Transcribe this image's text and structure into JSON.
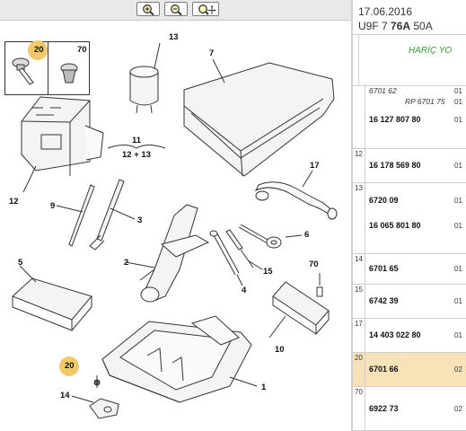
{
  "toolbar": {
    "buttons": [
      {
        "name": "zoom-in",
        "icon": "magnifier-plus-icon"
      },
      {
        "name": "zoom-out",
        "icon": "magnifier-minus-icon"
      },
      {
        "name": "zoom-fit",
        "icon": "magnifier-move-icon"
      }
    ]
  },
  "diagram": {
    "fastener_labels": {
      "left": "20",
      "right": "70"
    },
    "labels": {
      "p13": "13",
      "p7": "7",
      "p11": "11",
      "p11b": "12 + 13",
      "p12": "12",
      "p17": "17",
      "p9": "9",
      "p3": "3",
      "p6": "6",
      "p2": "2",
      "p15": "15",
      "p5": "5",
      "p70": "70",
      "p4": "4",
      "p10": "10",
      "p20": "20",
      "p1": "1",
      "p14": "14"
    },
    "highlight_color": "#f2c96a"
  },
  "panel": {
    "date": "17.06.2016",
    "code_prefix": "U9F 7 ",
    "code_bold": "76A",
    "code_suffix": " 50A",
    "note": "HARİÇ YO",
    "note_color": "#3aa135",
    "rows": [
      {
        "idx": "",
        "lines": [
          {
            "text": "6701 62",
            "style": "ital",
            "qty": "01"
          },
          {
            "text": "RP 6701 75",
            "style": "ital-right",
            "qty": "01"
          },
          {
            "text": "16 127 807 80",
            "style": "bold",
            "qty": "01"
          }
        ],
        "height": 72,
        "highlight": false
      },
      {
        "idx": "12",
        "lines": [
          {
            "text": "16 178 569 80",
            "style": "bold",
            "qty": "01"
          }
        ],
        "height": 38,
        "highlight": false
      },
      {
        "idx": "13",
        "lines": [
          {
            "text": "6720 09",
            "style": "bold",
            "qty": "01"
          },
          {
            "text": "16 065 801 80",
            "style": "bold",
            "qty": "01"
          }
        ],
        "height": 79,
        "highlight": false
      },
      {
        "idx": "14",
        "lines": [
          {
            "text": "6701 65",
            "style": "bold",
            "qty": "01"
          }
        ],
        "height": 34,
        "highlight": false
      },
      {
        "idx": "15",
        "lines": [
          {
            "text": "6742 39",
            "style": "bold",
            "qty": "01"
          }
        ],
        "height": 38,
        "highlight": false
      },
      {
        "idx": "17",
        "lines": [
          {
            "text": "14 403 022 80",
            "style": "bold",
            "qty": "01"
          }
        ],
        "height": 38,
        "highlight": false
      },
      {
        "idx": "20",
        "lines": [
          {
            "text": "6701 66",
            "style": "bold",
            "qty": "02"
          }
        ],
        "height": 38,
        "highlight": true
      },
      {
        "idx": "70",
        "lines": [
          {
            "text": "6922 73",
            "style": "bold",
            "qty": "02"
          }
        ],
        "height": 49,
        "highlight": false
      }
    ]
  }
}
